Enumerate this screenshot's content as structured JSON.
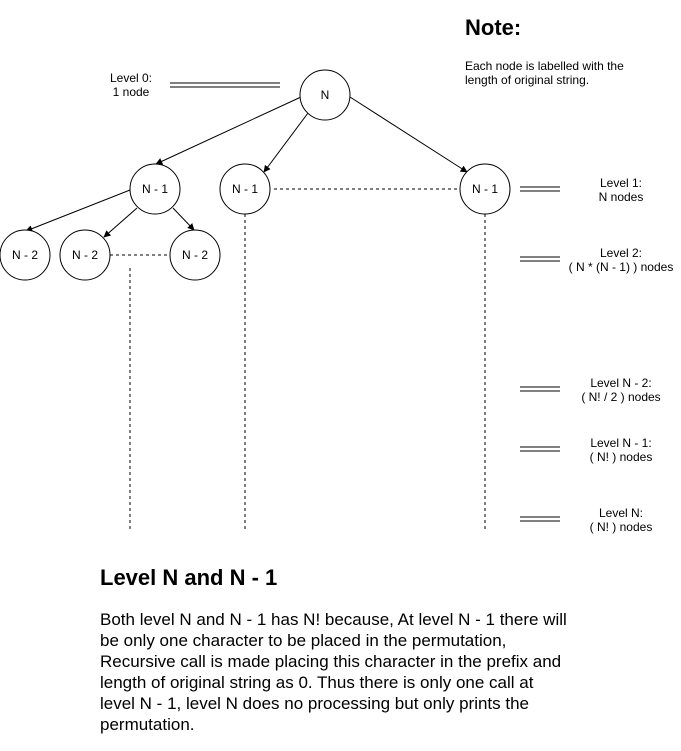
{
  "note": {
    "title": "Note:",
    "body_line1": "Each node is labelled with the",
    "body_line2": "length of original string."
  },
  "nodes": {
    "root": "N",
    "level1": [
      "N - 1",
      "N - 1",
      "N - 1"
    ],
    "level2": [
      "N - 2",
      "N - 2",
      "N - 2"
    ]
  },
  "levels": [
    {
      "name": "Level 0:",
      "count": "1 node"
    },
    {
      "name": "Level 1:",
      "count": "N nodes"
    },
    {
      "name": "Level 2:",
      "count": "( N * (N - 1) ) nodes"
    },
    {
      "name": "Level N - 2:",
      "count": "( N! / 2 ) nodes"
    },
    {
      "name": "Level N - 1:",
      "count": "( N! ) nodes"
    },
    {
      "name": "Level N:",
      "count": "( N! ) nodes"
    }
  ],
  "section": {
    "title": "Level N and N - 1",
    "lines": [
      "Both level N and N - 1 has N! because, At level N - 1 there will",
      "be only one character to be placed in the permutation,",
      "Recursive call is made placing this character in the prefix and",
      "length of original string as 0. Thus there is only one call at",
      "level N - 1, level N does no processing but only prints the",
      "permutation."
    ]
  }
}
